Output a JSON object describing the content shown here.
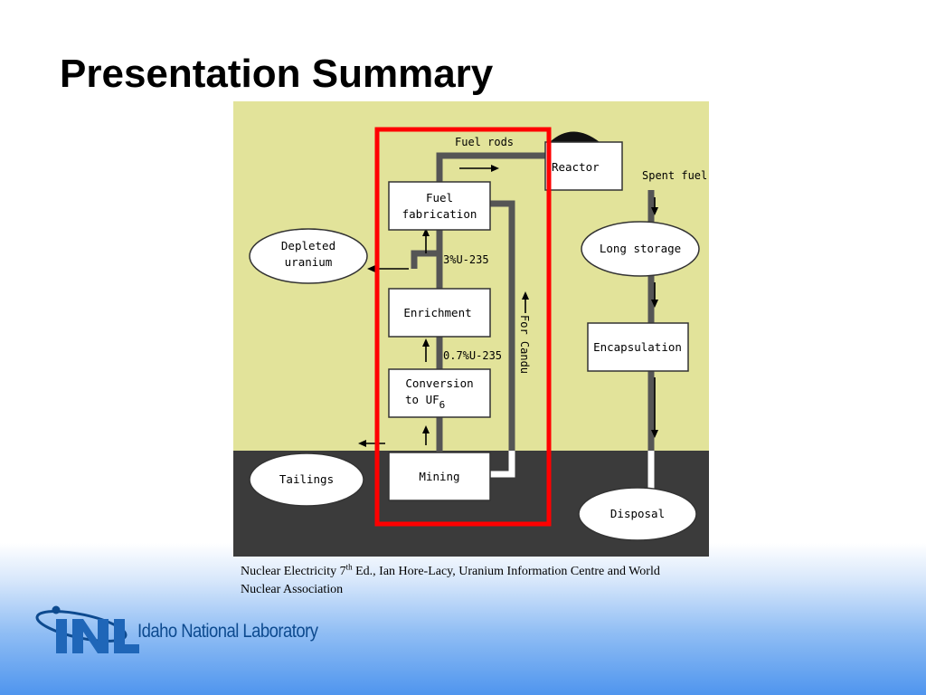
{
  "slide": {
    "title": "Presentation Summary"
  },
  "diagram": {
    "nodes": {
      "reactor": "Reactor",
      "fuel_fabrication_1": "Fuel",
      "fuel_fabrication_2": "fabrication",
      "enrichment": "Enrichment",
      "conversion_1": "Conversion",
      "conversion_2": "to UF",
      "conversion_sub": "6",
      "mining": "Mining",
      "depleted_uranium_1": "Depleted",
      "depleted_uranium_2": "uranium",
      "tailings": "Tailings",
      "long_storage": "Long storage",
      "encapsulation": "Encapsulation",
      "disposal": "Disposal"
    },
    "labels": {
      "fuel_rods": "Fuel rods",
      "spent_fuel": "Spent fuel",
      "enriched": "3%U-235",
      "natural": "0.7%U-235",
      "for_candu": "For Candu"
    },
    "colors": {
      "surface": "#e2e39a",
      "ground": "#3b3b3b",
      "pipe": "#555555",
      "highlight": "#ff0000"
    }
  },
  "caption": {
    "text_before_sup": "Nuclear Electricity 7",
    "sup": "th",
    "text_after_sup": " Ed., Ian Hore-Lacy, Uranium Information Centre and World Nuclear Association"
  },
  "logo": {
    "mark": "INL",
    "name": "Idaho National Laboratory",
    "color": "#0d4a8f"
  }
}
